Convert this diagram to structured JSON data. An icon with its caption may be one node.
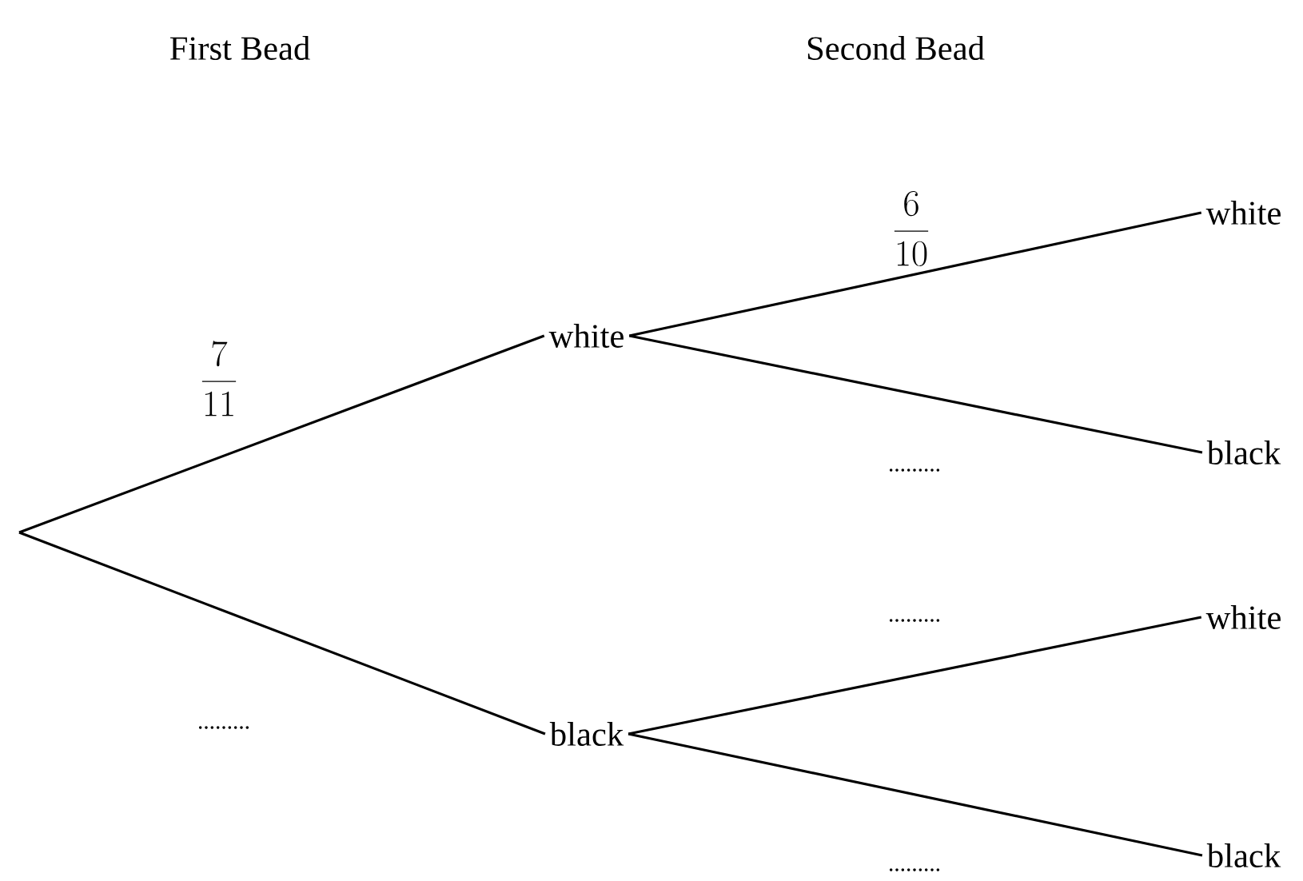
{
  "diagram": {
    "nodes": [
      {
        "text": [
          "white"
        ]
      },
      {
        "text": [
          "black"
        ]
      },
      {
        "text": [
          "white"
        ]
      },
      {
        "text": [
          "black"
        ]
      },
      {
        "text": [
          "white"
        ]
      },
      {
        "text": [
          "black"
        ]
      }
    ],
    "edges": [
      {
        "from": null,
        "to": 0,
        "arrow": "none",
        "label": "\\frac{7}{11}"
      },
      {
        "from": null,
        "to": 1,
        "arrow": "none",
        "label": "........."
      },
      {
        "from": 0,
        "to": 2,
        "arrow": "none",
        "label": "\\frac{6}{10}"
      },
      {
        "from": 0,
        "to": 3,
        "arrow": "none",
        "label": "........."
      },
      {
        "from": 1,
        "to": 4,
        "arrow": "none",
        "label": "........."
      },
      {
        "from": 1,
        "to": 5,
        "arrow": "none",
        "label": "........."
      }
    ],
    "labels": [
      "First Bead",
      "Second Bead"
    ]
  }
}
